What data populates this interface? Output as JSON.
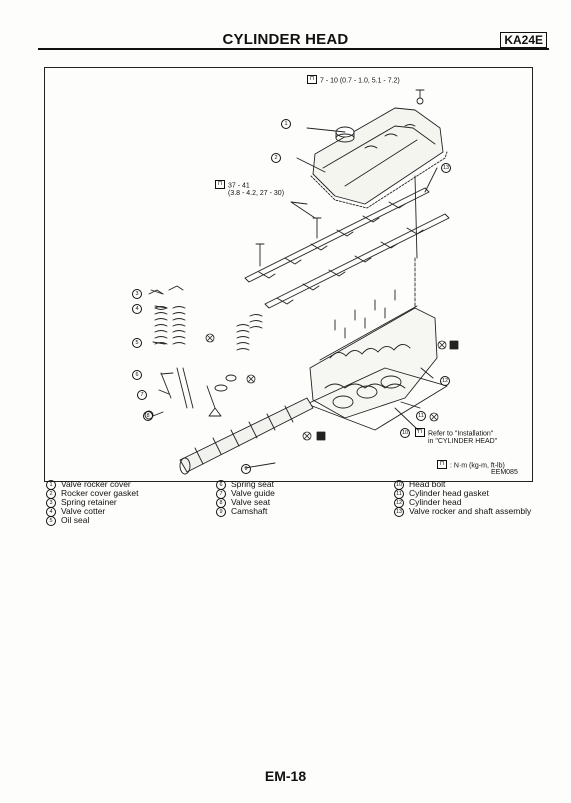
{
  "header": {
    "title": "CYLINDER HEAD",
    "engine_code": "KA24E"
  },
  "callouts": {
    "top_torque": "7 - 10 (0.7 - 1.0, 5.1 - 7.2)",
    "rocker_torque_line1": "37 - 41",
    "rocker_torque_line2": "(3.8 - 4.2, 27 - 30)",
    "install_line1": "Refer to \"Installation\"",
    "install_line2": "in \"CYLINDER HEAD\"",
    "units": ": N·m (kg-m, ft-lb)",
    "figure_code": "EEM085"
  },
  "numbers": [
    "1",
    "2",
    "3",
    "4",
    "5",
    "6",
    "7",
    "8",
    "9",
    "10",
    "11",
    "12",
    "13"
  ],
  "legend": {
    "col1": [
      {
        "num": "1",
        "text": "Valve rocker cover"
      },
      {
        "num": "2",
        "text": "Rocker cover gasket"
      },
      {
        "num": "3",
        "text": "Spring retainer"
      },
      {
        "num": "4",
        "text": "Valve cotter"
      },
      {
        "num": "5",
        "text": "Oil seal"
      }
    ],
    "col2": [
      {
        "num": "6",
        "text": "Spring seat"
      },
      {
        "num": "7",
        "text": "Valve guide"
      },
      {
        "num": "8",
        "text": "Valve seat"
      },
      {
        "num": "9",
        "text": "Camshaft"
      }
    ],
    "col3": [
      {
        "num": "10",
        "text": "Head bolt"
      },
      {
        "num": "11",
        "text": "Cylinder head gasket"
      },
      {
        "num": "12",
        "text": "Cylinder head"
      },
      {
        "num": "13",
        "text": "Valve rocker and shaft assembly"
      }
    ]
  },
  "footer": {
    "page": "EM-18"
  }
}
